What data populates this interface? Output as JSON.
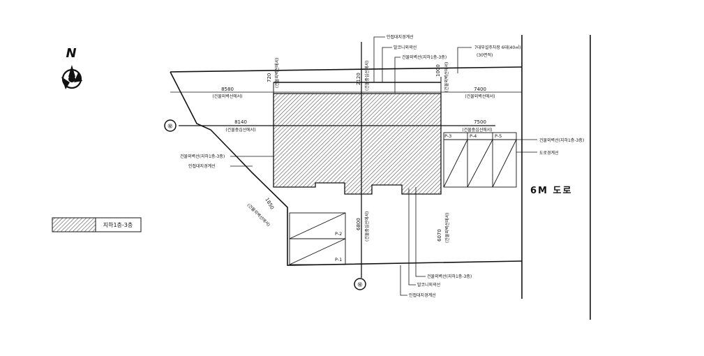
{
  "north": {
    "letter": "N"
  },
  "legend": {
    "label": "지하1층-3층"
  },
  "road": {
    "label": "6M 도로"
  },
  "axis": {
    "left_marker": "㊙",
    "bottom_marker": "㊙"
  },
  "dimensions": {
    "d8580": "8580",
    "d8580_note": "(건물외벽선에서)",
    "d8140": "8140",
    "d8140_note": "(건물중심선에서)",
    "d7400": "7400",
    "d7400_note": "(건물외벽선에서)",
    "d7500": "7500",
    "d7500_note": "(건물중심선에서)",
    "d720": "720",
    "d720_note": "(건물외벽선에서)",
    "d2120": "2120",
    "d2120_note": "(건물중심선에서)",
    "d1000": "1000",
    "d1000_note": "(건물외벽선에서)",
    "d6800": "6800",
    "d6800_note": "(건물중심선에서)",
    "d6070": "6070",
    "d6070_note": "(건물외벽선에서)",
    "d1850": "1850",
    "d1850_note": "(건물외벽선에서)"
  },
  "callouts": {
    "top1": "인접대지경계선",
    "top2": "발코니외곽선",
    "top3": "건물외벽선(지하1층-3층)",
    "top_right": "7대부설주차장 6대(40㎡)",
    "top_right2": "(30면적)",
    "right1": "건물외벽선(지하1층-3층)",
    "right2": "도로경계선",
    "left1": "건물외벽선(지하1층-3층)",
    "left2": "인접대지경계선",
    "bottom1": "건물외벽선(지하1층-3층)",
    "bottom2": "발코니외곽선",
    "bottom3": "인접대지경계선"
  },
  "parking": [
    "P-1",
    "P-2",
    "P-3",
    "P-4",
    "P-5"
  ]
}
